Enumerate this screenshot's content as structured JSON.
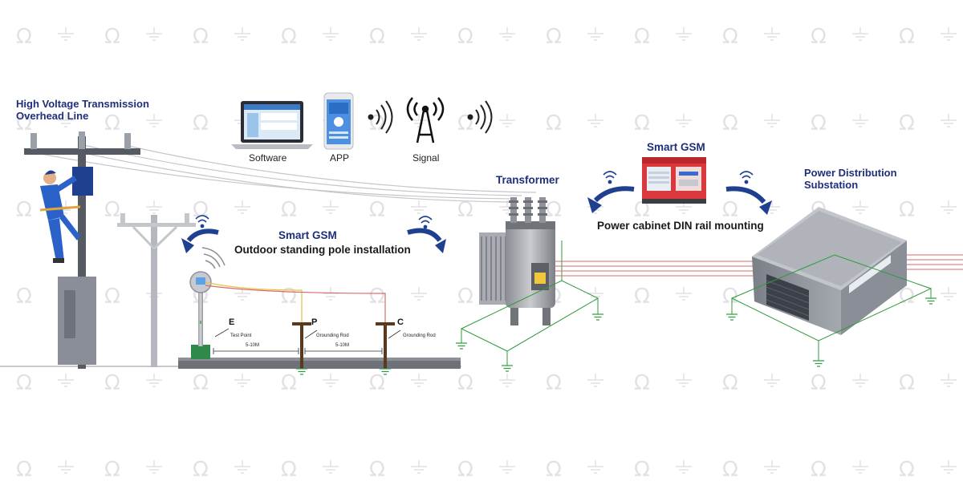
{
  "labels": {
    "transmission_line": "High Voltage Transmission\nOverhead Line",
    "software": "Software",
    "app": "APP",
    "signal": "Signal",
    "smart_gsm_pole": "Smart GSM",
    "pole_install": "Outdoor standing pole installation",
    "transformer": "Transformer",
    "smart_gsm_cabinet": "Smart GSM",
    "din_rail": "Power cabinet DIN rail mounting",
    "substation": "Power Distribution\nSubstation"
  },
  "electrodes": {
    "e_letter": "E",
    "e_label": "Test Point",
    "p_letter": "P",
    "p_label": "Grounding Rod",
    "c_letter": "C",
    "c_label": "Grounding Rod",
    "dist_1": "5-10M",
    "dist_2": "5-10M"
  },
  "colors": {
    "title_navy": "#1f2f7a",
    "arrow_blue": "#1f3f8f",
    "ground_green": "#2e9a3c",
    "wire_red": "#d86a6a",
    "wire_yellow": "#e7c24a",
    "watermark_gray": "#e2e2e6"
  },
  "icons": {
    "background_symbols": [
      "omega-icon",
      "ground-icon"
    ],
    "signal": "radio-tower-icon",
    "wireless": "wifi-icon"
  }
}
